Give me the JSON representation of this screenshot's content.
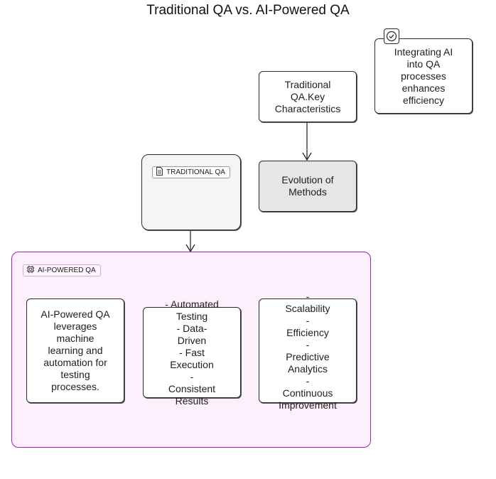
{
  "title": "Traditional QA vs. AI-Powered QA",
  "groups": {
    "traditional": {
      "label": "TRADITIONAL QA",
      "icon": "document-icon"
    },
    "ai": {
      "label": "AI-POWERED QA",
      "icon": "chip-icon"
    }
  },
  "nodes": {
    "trad_key": "Traditional\nQA.Key\nCharacteristics",
    "evolution": "Evolution of\nMethods",
    "ai_desc": "AI-Powered QA\nleverages\nmachine\nlearning and\nautomation for\ntesting\nprocesses.",
    "ai_features": "- Automated\nTesting\n- Data-\nDriven\n- Fast\nExecution\n-\nConsistent\nResults",
    "ai_benefits": "-\nScalability\n-\nEfficiency\n-\nPredictive\nAnalytics\n-\nContinuous\nImprovement"
  },
  "note": {
    "text": "Integrating AI\ninto QA\nprocesses\nenhances\nefficiency",
    "icon": "check-circle-icon"
  },
  "colors": {
    "ai_group_border": "#a320b8",
    "ai_group_fill": "#fbf0fc",
    "evolution_fill": "#e6e6e6"
  }
}
